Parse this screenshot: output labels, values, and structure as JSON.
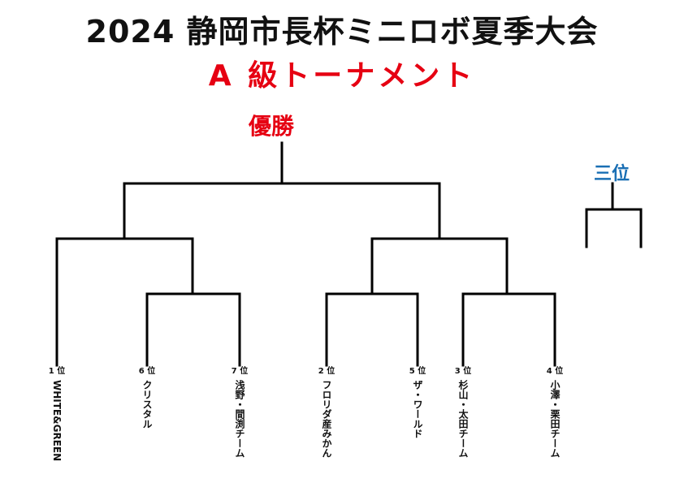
{
  "title": "2024 静岡市長杯ミニロボ夏季大会",
  "subtitle": "A 級トーナメント",
  "champion_label": "優勝",
  "third_place_label": "三位",
  "teams": [
    {
      "rank": "1 位",
      "name": "WHITE&GREEN"
    },
    {
      "rank": "6 位",
      "name": "クリスタル"
    },
    {
      "rank": "7 位",
      "name": "浅野・間渕チーム"
    },
    {
      "rank": "2 位",
      "name": "フロリダ産みかん"
    },
    {
      "rank": "5 位",
      "name": "ザ・ワールド"
    },
    {
      "rank": "3 位",
      "name": "杉山・太田チーム"
    },
    {
      "rank": "4 位",
      "name": "小澤・栗田チーム"
    }
  ],
  "colors": {
    "title": "#111111",
    "accent_red": "#e60012",
    "accent_blue": "#1a6fb4",
    "line": "#000000"
  }
}
